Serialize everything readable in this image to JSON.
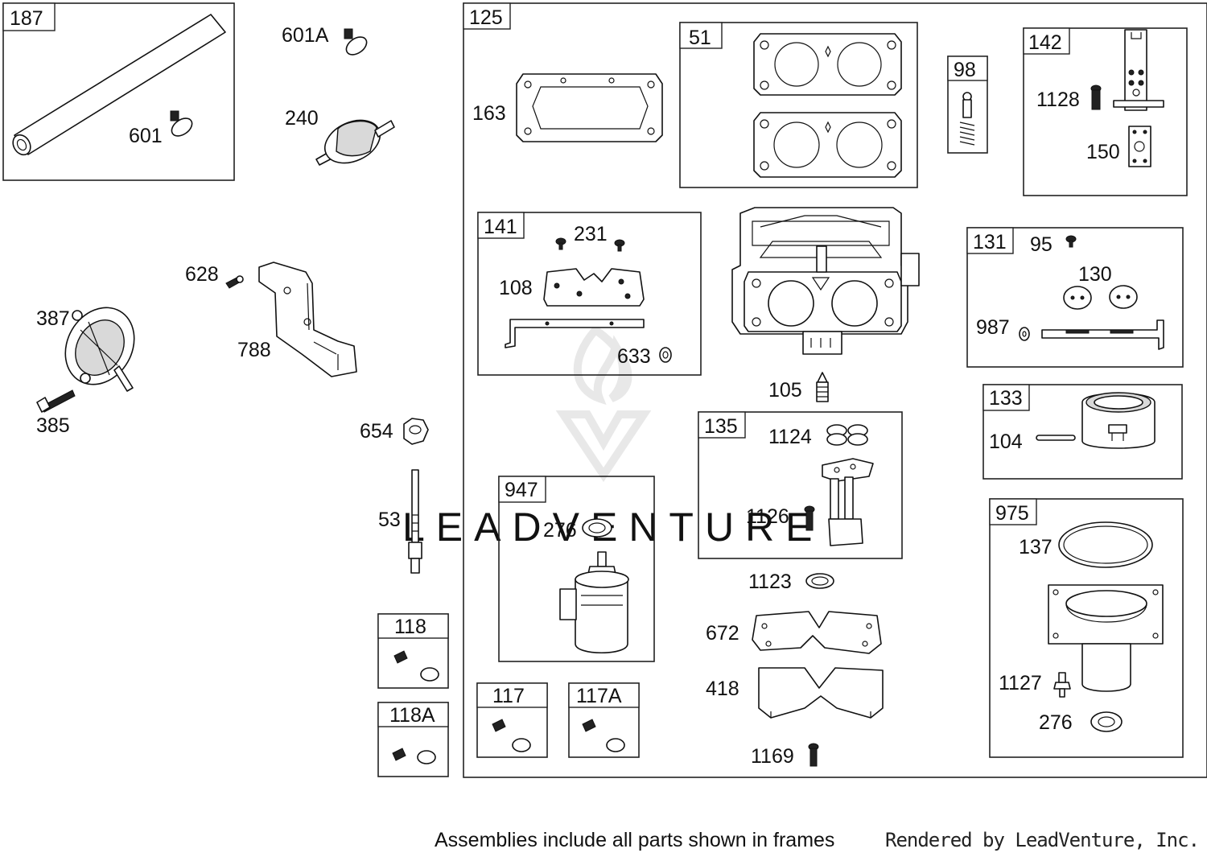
{
  "labels": {
    "f187": "187",
    "p601": "601",
    "p601a": "601A",
    "p240": "240",
    "p628": "628",
    "p788": "788",
    "p387": "387",
    "p385": "385",
    "p654": "654",
    "p53": "53",
    "f118": "118",
    "f118a": "118A",
    "f117": "117",
    "f117a": "117A",
    "f125": "125",
    "p163": "163",
    "f51": "51",
    "f98": "98",
    "f142": "142",
    "p1128": "1128",
    "p150": "150",
    "f141": "141",
    "p231": "231",
    "p108": "108",
    "p633": "633",
    "f131": "131",
    "p95": "95",
    "p130": "130",
    "p987": "987",
    "p105": "105",
    "f133": "133",
    "p104": "104",
    "f135": "135",
    "p1124": "1124",
    "p1126": "1126",
    "p1123": "1123",
    "f947": "947",
    "p276a": "276",
    "p672": "672",
    "p418": "418",
    "p1169": "1169",
    "f975": "975",
    "p137": "137",
    "p1127": "1127",
    "p276b": "276"
  },
  "footnote": "Assemblies include all parts shown in frames",
  "credit": "Rendered by LeadVenture, Inc.",
  "watermark": "LEADVENTURE",
  "colors": {
    "line": "#111111",
    "frame": "#222222",
    "watermark": "#e8e8e8"
  }
}
